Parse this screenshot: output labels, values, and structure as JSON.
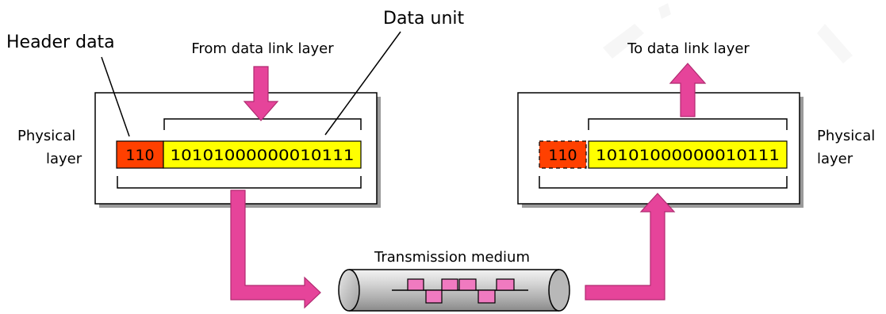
{
  "labels": {
    "header_data": "Header data",
    "data_unit": "Data unit",
    "from_data_link": "From data link layer",
    "to_data_link": "To data link layer",
    "physical_left_line1": "Physical",
    "physical_left_line2": "layer",
    "physical_right_line1": "Physical",
    "physical_right_line2": "layer",
    "transmission_medium": "Transmission medium"
  },
  "sender": {
    "header_bits": "110",
    "data_bits": "10101000000010111"
  },
  "receiver": {
    "header_bits": "110",
    "data_bits": "10101000000010111"
  },
  "colors": {
    "header": "#ff4000",
    "data": "#ffff00",
    "arrow": "#e6449a",
    "arrow_stroke": "#b02a70",
    "signal": "#f07ac0",
    "box_shadow": "#9a9a9a"
  }
}
